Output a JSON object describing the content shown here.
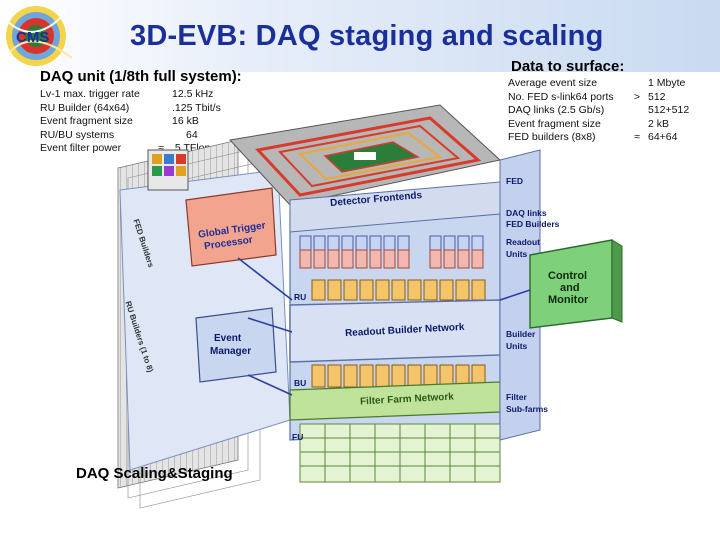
{
  "title": "3D-EVB: DAQ staging and scaling",
  "daq_unit": {
    "heading": "DAQ unit (1/8th full system):",
    "rows": [
      {
        "label": "Lv-1 max. trigger rate",
        "value": "12.5 kHz"
      },
      {
        "label": "RU Builder (64x64)",
        "value": ".125 Tbit/s"
      },
      {
        "label": "Event fragment size",
        "value": "16 kB"
      },
      {
        "label": "RU/BU systems",
        "value": "64"
      },
      {
        "label": "Event filter power",
        "op": "≈",
        "value": ".5 TFlop"
      }
    ]
  },
  "surface": {
    "heading": "Data to surface:",
    "rows": [
      {
        "label": "Average event size",
        "op": "",
        "value": "1 Mbyte"
      },
      {
        "label": "No. FED s-link64 ports",
        "op": ">",
        "value": "512"
      },
      {
        "label": "DAQ links (2.5 Gb/s)",
        "op": "",
        "value": "512+512"
      },
      {
        "label": "Event fragment size",
        "op": "",
        "value": "2 kB"
      },
      {
        "label": "FED builders (8x8)",
        "op": "≈",
        "value": "64+64"
      }
    ]
  },
  "diagram": {
    "detector_frontends": "Detector Frontends",
    "global_trigger": [
      "Global Trigger",
      "Processor"
    ],
    "readout_builder_network": "Readout Builder Network",
    "filter_farm_network": "Filter Farm Network",
    "event_manager": [
      "Event",
      "Manager"
    ],
    "control_monitor": [
      "Control",
      "and",
      "Monitor"
    ],
    "ru": "RU",
    "bu": "BU",
    "fu": "FU",
    "right_labels": [
      "FED",
      "DAQ links",
      "FED Builders",
      "Readout",
      "Units",
      "Builder",
      "Units",
      "Filter",
      "Sub-farms"
    ],
    "side_labels": [
      "FED Builders",
      "RU Builders (1 to 8)"
    ]
  },
  "footer": "DAQ Scaling&Staging",
  "colors": {
    "title": "#1a2f9a",
    "panel": "#c9d6f0",
    "panel_dark": "#8fa2cf",
    "ru_box": "#f4c46a",
    "fu_box": "#bfe39a",
    "control": "#7fd07a",
    "frontend_red": "#d93b2b"
  }
}
